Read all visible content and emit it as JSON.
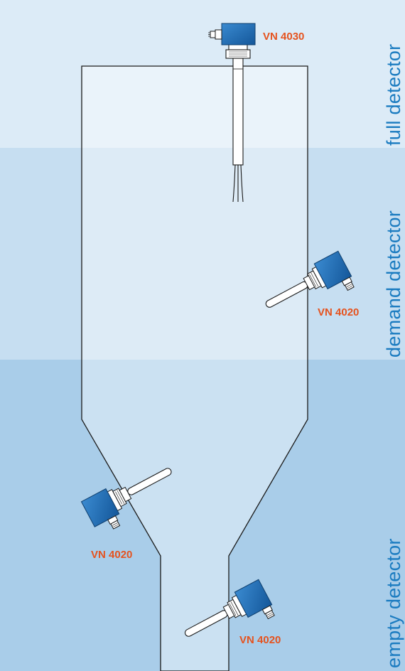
{
  "zones": {
    "full": "full detector",
    "demand": "demand detector",
    "empty": "empty detector"
  },
  "sensors": {
    "top": "VN 4030",
    "right": "VN 4020",
    "left": "VN 4020",
    "bottom": "VN 4020"
  },
  "colors": {
    "zone_full": "#dcebf7",
    "zone_demand": "#c6def1",
    "zone_empty": "#a9cde9",
    "sensor_body": "#1e6fb8",
    "label_model": "#e5531f",
    "label_zone": "#1a7bc0"
  }
}
